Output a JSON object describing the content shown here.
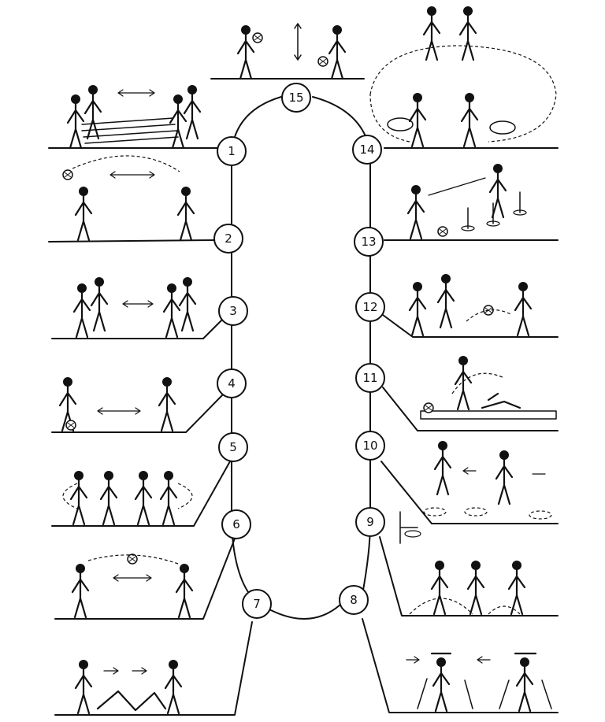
{
  "stations": [
    {
      "id": 1,
      "label": "1"
    },
    {
      "id": 2,
      "label": "2"
    },
    {
      "id": 3,
      "label": "3"
    },
    {
      "id": 4,
      "label": "4"
    },
    {
      "id": 5,
      "label": "5"
    },
    {
      "id": 6,
      "label": "6"
    },
    {
      "id": 7,
      "label": "7"
    },
    {
      "id": 8,
      "label": "8"
    },
    {
      "id": 9,
      "label": "9"
    },
    {
      "id": 10,
      "label": "10"
    },
    {
      "id": 11,
      "label": "11"
    },
    {
      "id": 12,
      "label": "12"
    },
    {
      "id": 13,
      "label": "13"
    },
    {
      "id": 14,
      "label": "14"
    },
    {
      "id": 15,
      "label": "15"
    }
  ]
}
